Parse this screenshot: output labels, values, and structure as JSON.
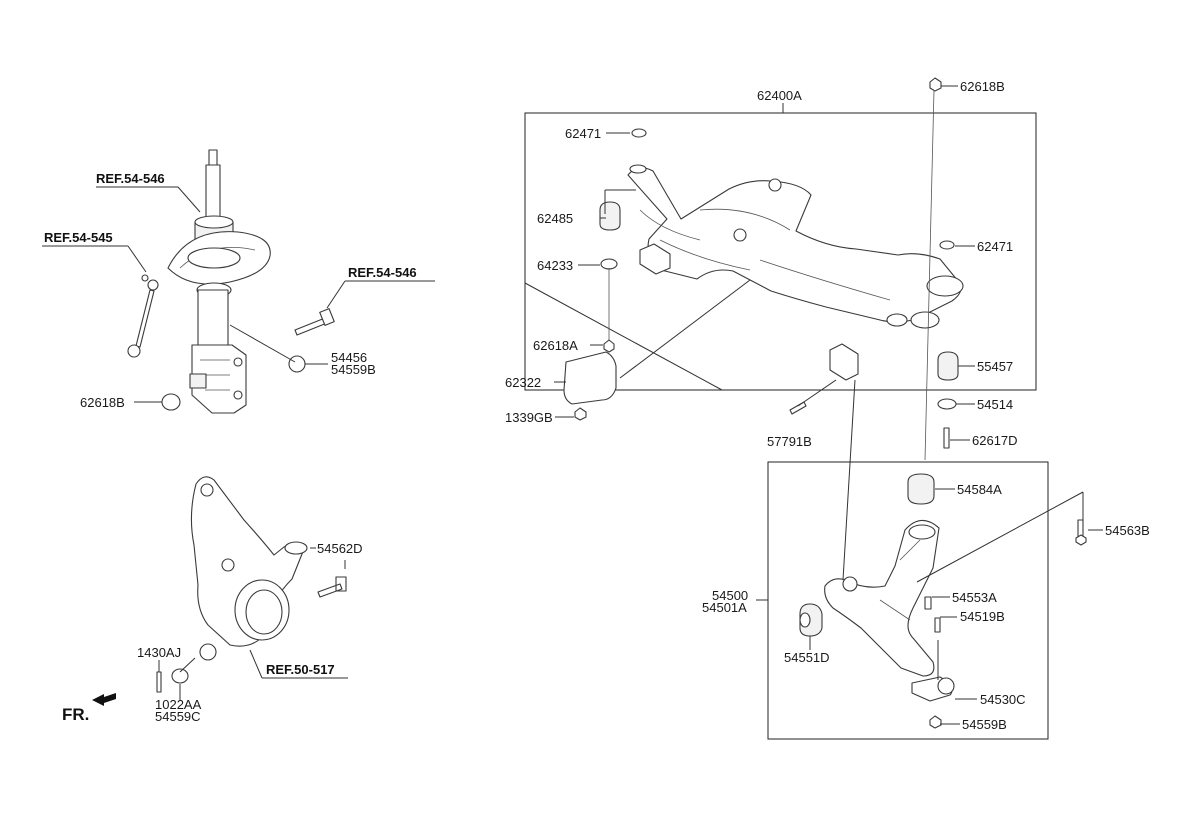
{
  "labels": {
    "l62400A": "62400A",
    "l62618B_top": "62618B",
    "l62471_a": "62471",
    "l62485": "62485",
    "l64233": "64233",
    "l62618A": "62618A",
    "l62322": "62322",
    "l1339GB": "1339GB",
    "l62471_b": "62471",
    "l55457": "55457",
    "l54514": "54514",
    "l62617D": "62617D",
    "l57791B": "57791B",
    "l54584A": "54584A",
    "l54563B": "54563B",
    "l54500": "54500",
    "l54501A": "54501A",
    "l54553A": "54553A",
    "l54519B": "54519B",
    "l54551D": "54551D",
    "l54530C": "54530C",
    "l54559B_right": "54559B",
    "l54456": "54456",
    "l54559B_left": "54559B",
    "l62618B_left": "62618B",
    "l54562D": "54562D",
    "l1430AJ": "1430AJ",
    "l1022AA": "1022AA",
    "l54559C": "54559C",
    "fr": "FR."
  },
  "refs": {
    "r54546_top": "REF.54-546",
    "r54545": "REF.54-545",
    "r54546_right": "REF.54-546",
    "r50517": "REF.50-517"
  }
}
